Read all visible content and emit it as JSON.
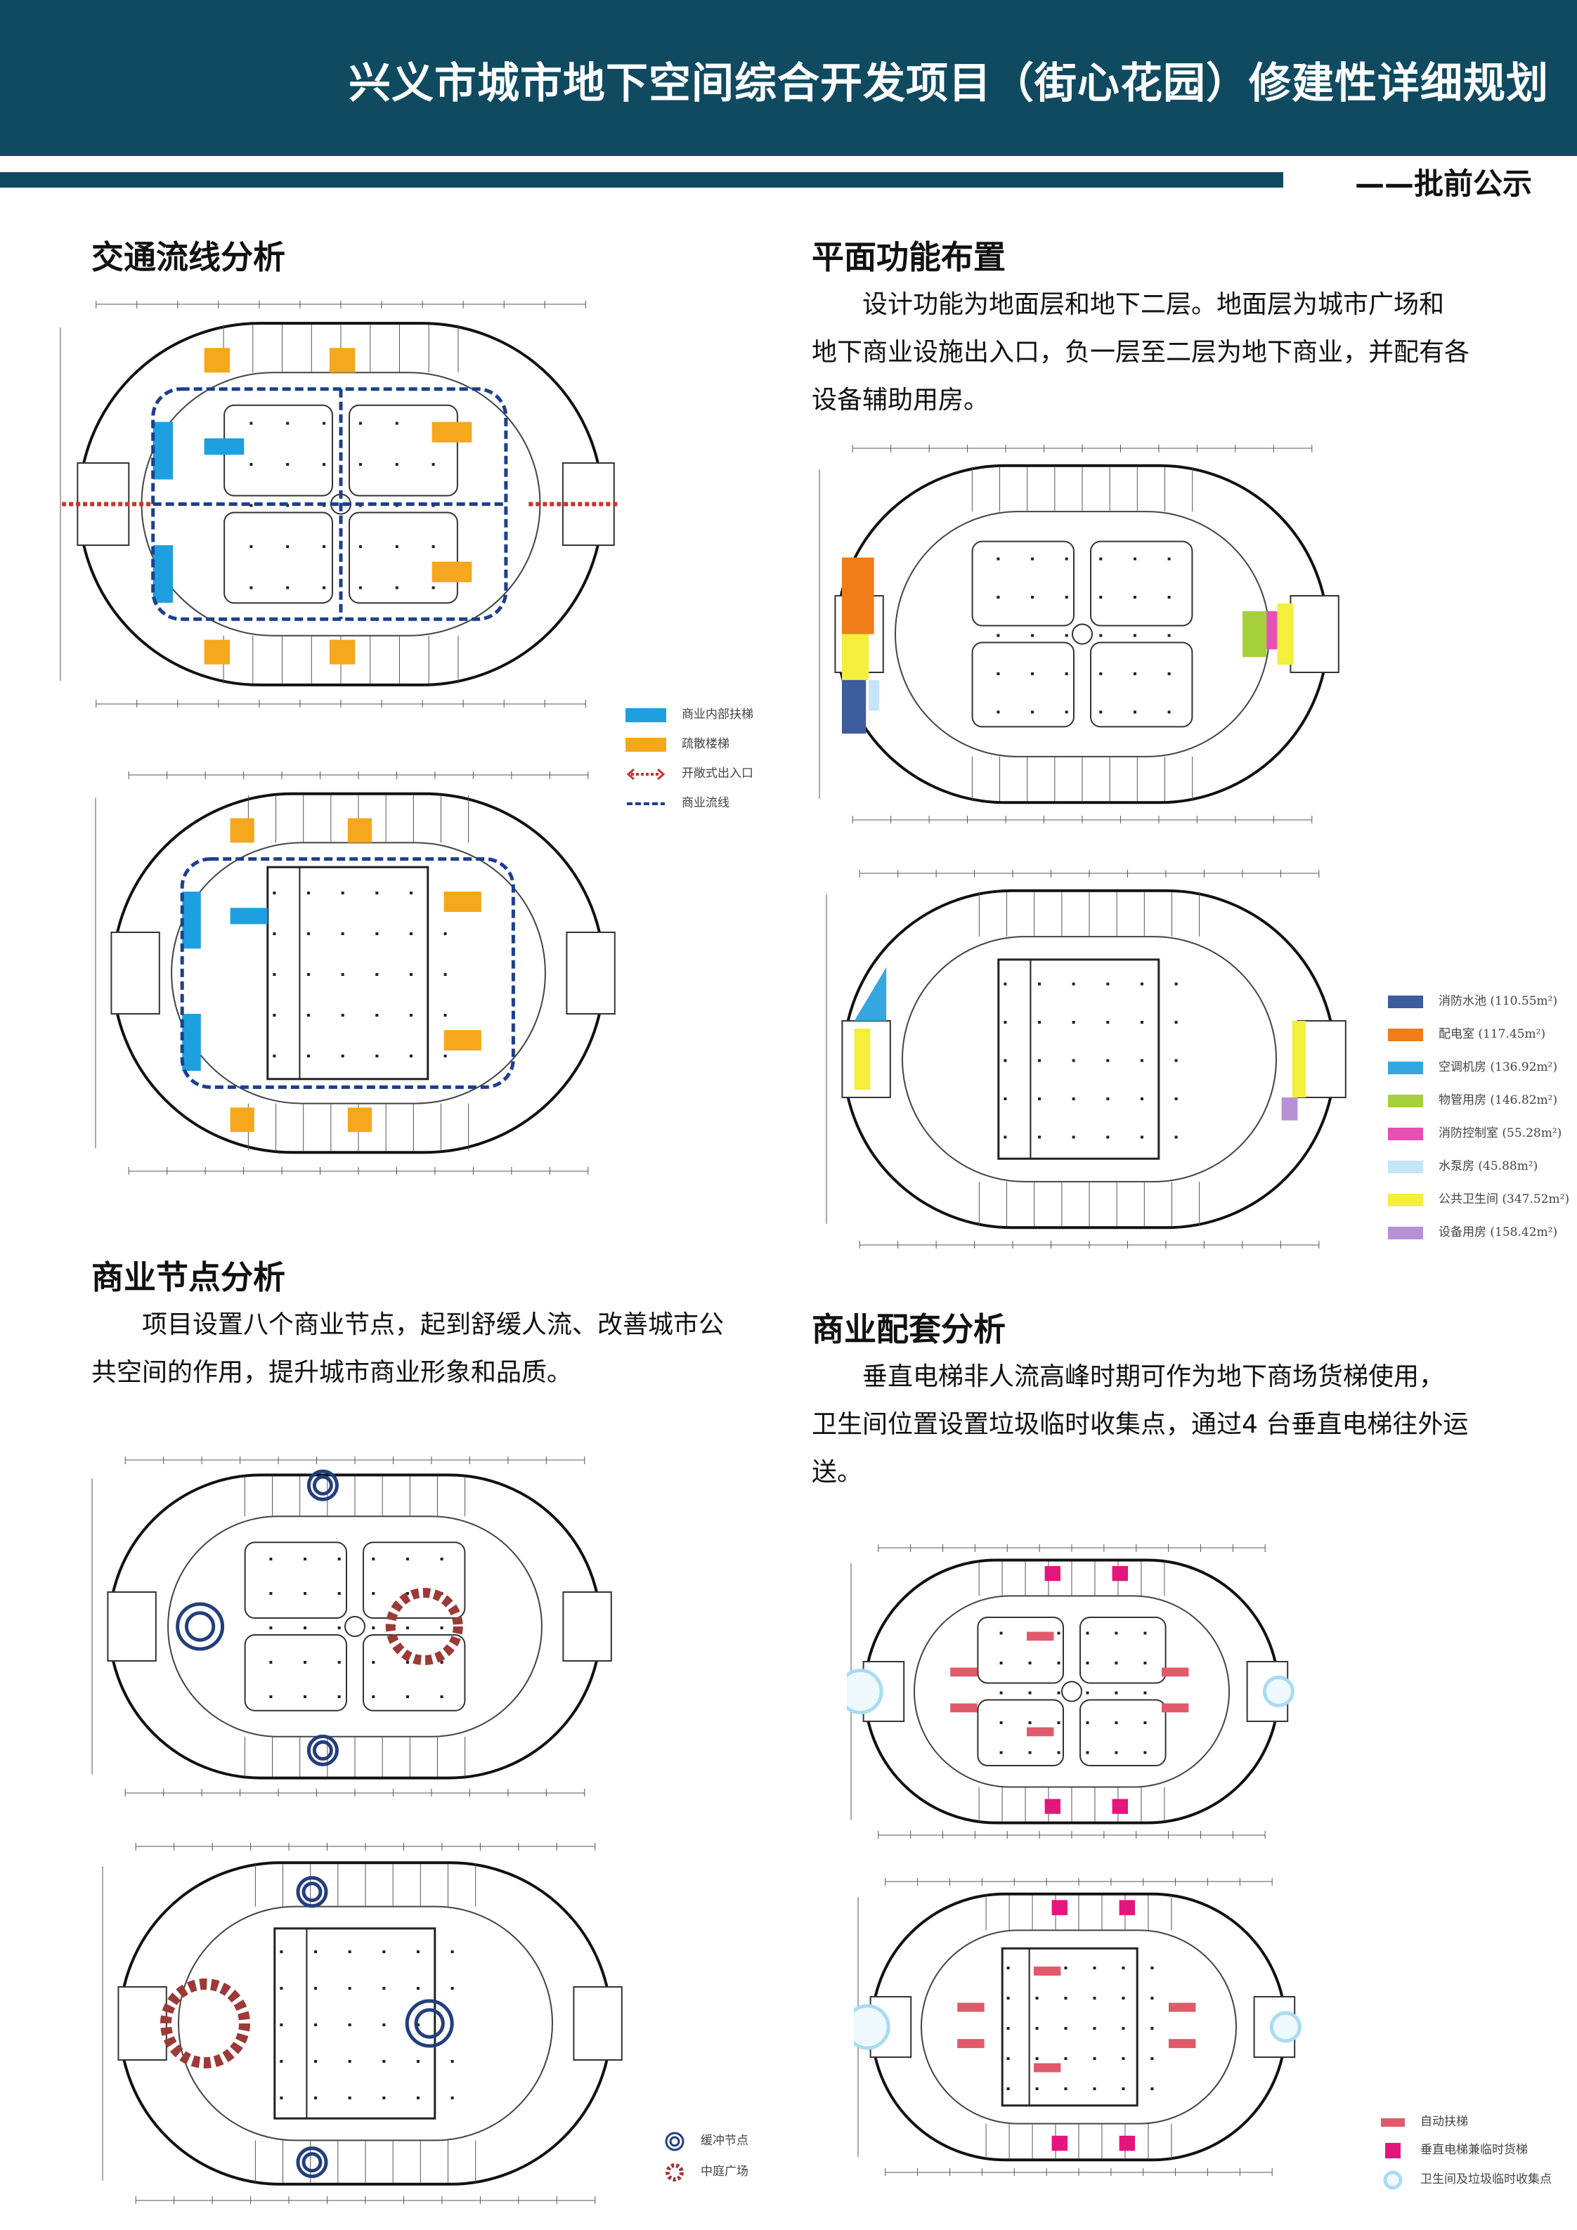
{
  "header": {
    "title": "兴义市城市地下空间综合开发项目（街心花园）修建性详细规划",
    "subtitle": "——批前公示"
  },
  "colors": {
    "brand": "#0f4a60",
    "escalator": "#1ea0e0",
    "stair": "#f5a81c",
    "entrance": "#c8332a",
    "flow": "#1d3f8c",
    "node_ring": "#233f7c",
    "atrium": "#9b3a36",
    "pink": "#e4157d",
    "lightblue": "#a8dcf2"
  },
  "traffic": {
    "heading": "交通流线分析",
    "legend": [
      {
        "label": "商业内部扶梯",
        "icon": "blue-bar-icon",
        "color": "#1ea0e0"
      },
      {
        "label": "疏散楼梯",
        "icon": "orange-bar-icon",
        "color": "#f5a81c"
      },
      {
        "label": "开敞式出入口",
        "icon": "red-arrow-icon",
        "color": "#c8332a"
      },
      {
        "label": "商业流线",
        "icon": "dashed-line-icon",
        "color": "#1d3f8c"
      }
    ]
  },
  "function": {
    "heading": "平面功能布置",
    "body": [
      "设计功能为地面层和地下二层。地面层为城市广场和",
      "地下商业设施出入口，负一层至二层为地下商业，并配有各",
      "设备辅助用房。"
    ],
    "legend": [
      {
        "label": "消防水池 (110.55m²)",
        "color": "#3d5c9e"
      },
      {
        "label": "配电室 (117.45m²)",
        "color": "#ef7d1a"
      },
      {
        "label": "空调机房 (136.92m²)",
        "color": "#35a6e0"
      },
      {
        "label": "物管用房 (146.82m²)",
        "color": "#a6d03b"
      },
      {
        "label": "消防控制室 (55.28m²)",
        "color": "#e650b4"
      },
      {
        "label": "水泵房 (45.88m²)",
        "color": "#c4e6f6"
      },
      {
        "label": "公共卫生间 (347.52m²)",
        "color": "#f4ee3c"
      },
      {
        "label": "设备用房 (158.42m²)",
        "color": "#b691d4"
      }
    ]
  },
  "nodes": {
    "heading": "商业节点分析",
    "body": [
      "项目设置八个商业节点，起到舒缓人流、改善城市公",
      "共空间的作用，提升城市商业形象和品质。"
    ],
    "legend": [
      {
        "label": "缓冲节点",
        "icon": "buffer-node-icon"
      },
      {
        "label": "中庭广场",
        "icon": "atrium-plaza-icon"
      }
    ]
  },
  "support": {
    "heading": "商业配套分析",
    "body": [
      "垂直电梯非人流高峰时期可作为地下商场货梯使用，",
      "卫生间位置设置垃圾临时收集点，通过4 台垂直电梯往外运",
      "送。"
    ],
    "legend": [
      {
        "label": "自动扶梯",
        "icon": "escalator-icon",
        "color": "#e05a6a"
      },
      {
        "label": "垂直电梯兼临时货梯",
        "icon": "elevator-icon",
        "color": "#e4157d"
      },
      {
        "label": "卫生间及垃圾临时收集点",
        "icon": "collection-point-icon",
        "color": "#a8dcf2"
      }
    ]
  }
}
